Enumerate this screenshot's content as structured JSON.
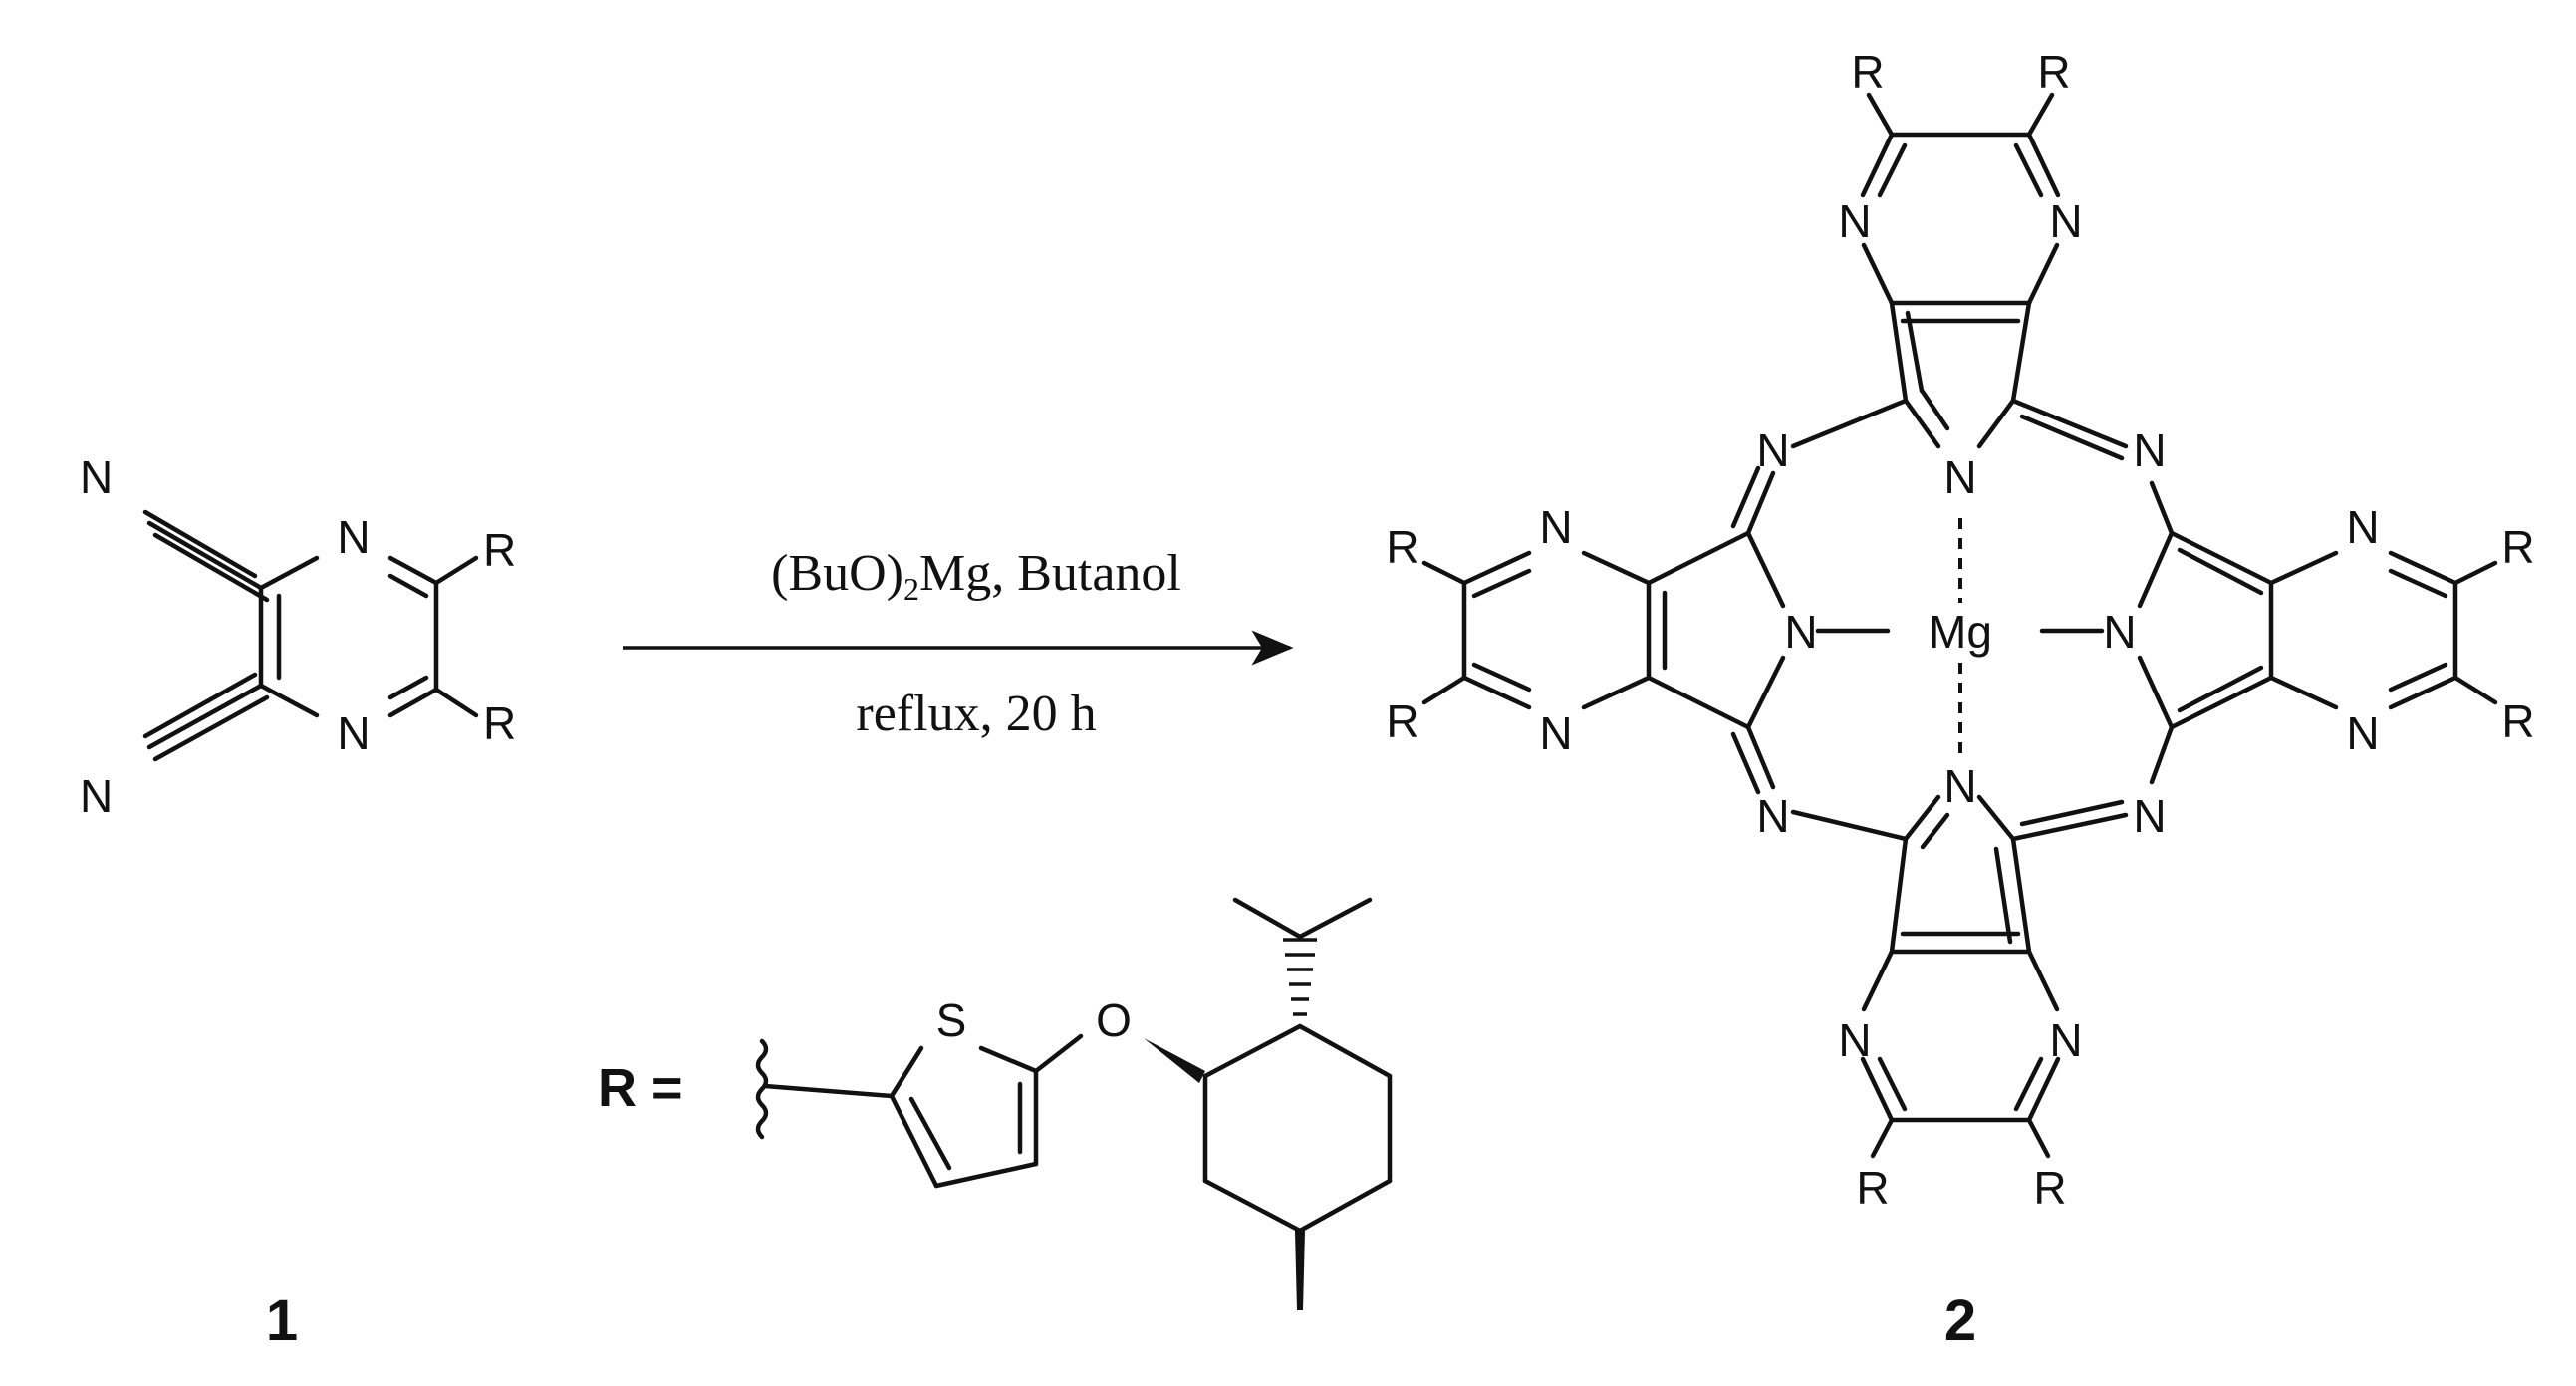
{
  "reagents": {
    "top_prefix": "(BuO)",
    "top_subscript": "2",
    "top_suffix": "Mg, Butanol",
    "bottom": "reflux, 20 h"
  },
  "r_definition_label": "R =",
  "compound_numbers": {
    "starting": "1",
    "product": "2"
  },
  "atoms": {
    "nitrogen": "N",
    "metal": "Mg",
    "sulfur": "S",
    "oxygen": "O",
    "substituent": "R"
  }
}
